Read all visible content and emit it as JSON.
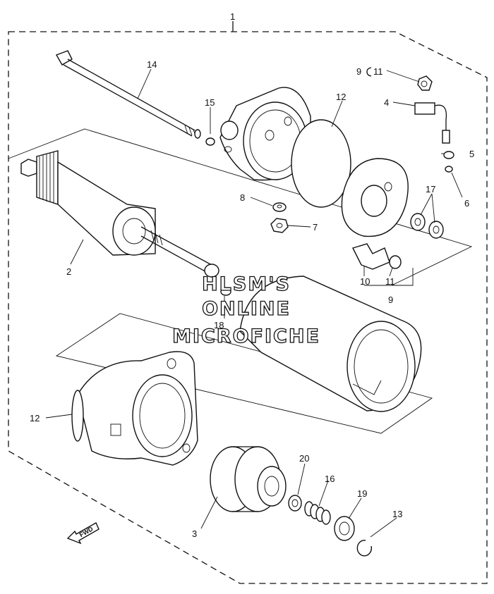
{
  "diagram": {
    "callouts": {
      "c1": "1",
      "c2": "2",
      "c3": "3",
      "c4": "4",
      "c5": "5",
      "c6": "6",
      "c7": "7",
      "c8": "8",
      "c9a": "9",
      "c9b": "9",
      "c10": "10",
      "c11a": "11",
      "c11b": "11",
      "c12a": "12",
      "c12b": "12",
      "c13": "13",
      "c14": "14",
      "c15": "15",
      "c16": "16",
      "c17": "17",
      "c18": "18",
      "c19": "19",
      "c20": "20"
    },
    "watermark": [
      "HLSM'S",
      "ONLINE",
      "MICROFICHE"
    ],
    "direction_label": "FWD"
  }
}
